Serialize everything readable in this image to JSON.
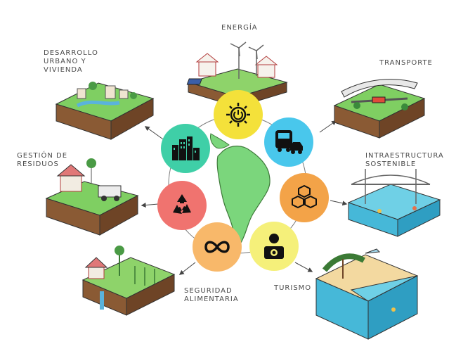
{
  "sectors": [
    {
      "id": "energia",
      "label_lines": [
        "ENERGÍA"
      ],
      "color": "#f4e13a",
      "icon": "power-button-sun-icon"
    },
    {
      "id": "transporte",
      "label_lines": [
        "TRANSPORTE"
      ],
      "color": "#49c7ec",
      "icon": "bus-and-car-icon"
    },
    {
      "id": "infraestructura",
      "label_lines": [
        "INTRAESTRUCTURA",
        "SOSTENIBLE"
      ],
      "color": "#f3a348",
      "icon": "stacked-cubes-icon"
    },
    {
      "id": "turismo",
      "label_lines": [
        "TURISMO"
      ],
      "color": "#f5f07a",
      "icon": "camera-person-icon"
    },
    {
      "id": "seguridad",
      "label_lines": [
        "SEGURIDAD",
        "ALIMENTARIA"
      ],
      "color": "#f8b86a",
      "icon": "infinity-loop-icon"
    },
    {
      "id": "residuos",
      "label_lines": [
        "GESTIÓN DE",
        "RESIDUOS"
      ],
      "color": "#f0736f",
      "icon": "recycle-icon"
    },
    {
      "id": "desarrollo",
      "label_lines": [
        "DESARROLLO",
        "URBANO Y",
        "VIVIENDA"
      ],
      "color": "#3fcfa7",
      "icon": "city-buildings-icon"
    }
  ]
}
